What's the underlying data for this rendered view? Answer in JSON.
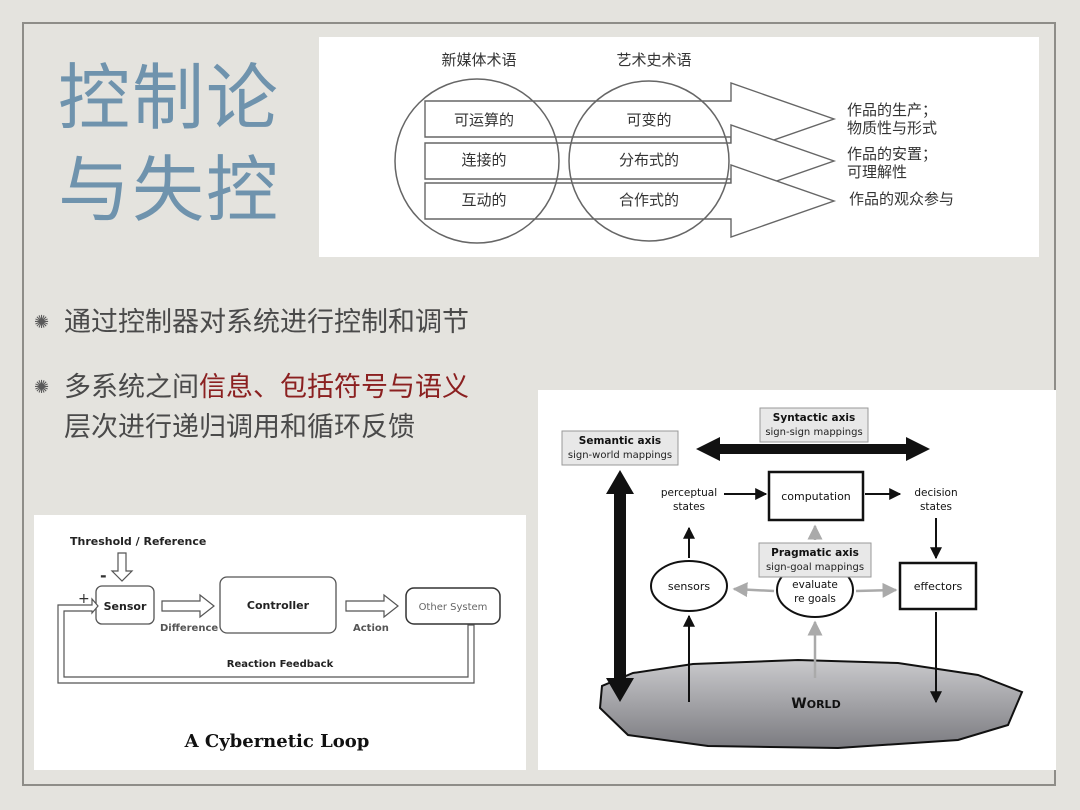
{
  "title": {
    "line1": "控制论",
    "line2": "与失控"
  },
  "bullets": [
    {
      "parts": [
        {
          "text": "通过控制器对系统进行控制和调节",
          "highlight": false
        }
      ]
    },
    {
      "parts": [
        {
          "text": "多系统之间",
          "highlight": false
        },
        {
          "text": "信息、包括符号与语义",
          "highlight": true
        }
      ],
      "line2": "层次进行递归调用和循环反馈"
    }
  ],
  "venn_diagram": {
    "left_heading": "新媒体术语",
    "right_heading": "艺术史术语",
    "rows": [
      {
        "left": "可运算的",
        "right": "可变的"
      },
      {
        "left": "连接的",
        "right": "分布式的"
      },
      {
        "left": "互动的",
        "right": "合作式的"
      }
    ],
    "results": [
      {
        "line1": "作品的生产；",
        "line2": "物质性与形式"
      },
      {
        "line1": "作品的安置；",
        "line2": "可理解性"
      },
      {
        "line1": "作品的观众参与",
        "line2": ""
      }
    ]
  },
  "cybernetic_loop": {
    "threshold": "Threshold / Reference",
    "minus": "-",
    "plus": "+",
    "sensor": "Sensor",
    "difference": "Difference",
    "controller": "Controller",
    "action": "Action",
    "other_system": "Other System",
    "feedback": "Reaction Feedback",
    "caption": "A Cybernetic Loop"
  },
  "semiotic_diagram": {
    "syntactic_title": "Syntactic axis",
    "syntactic_sub": "sign-sign mappings",
    "semantic_title": "Semantic axis",
    "semantic_sub": "sign-world mappings",
    "pragmatic_title": "Pragmatic axis",
    "pragmatic_sub": "sign-goal mappings",
    "perceptual_1": "perceptual",
    "perceptual_2": "states",
    "computation": "computation",
    "decision_1": "decision",
    "decision_2": "states",
    "sensors": "sensors",
    "evaluate_1": "evaluate",
    "evaluate_2": "re goals",
    "effectors": "effectors",
    "world_w": "W",
    "world_rest": "ORLD"
  },
  "colors": {
    "title": "#6f93ad",
    "highlight": "#8b2020",
    "body_text": "#4a4a4a"
  }
}
